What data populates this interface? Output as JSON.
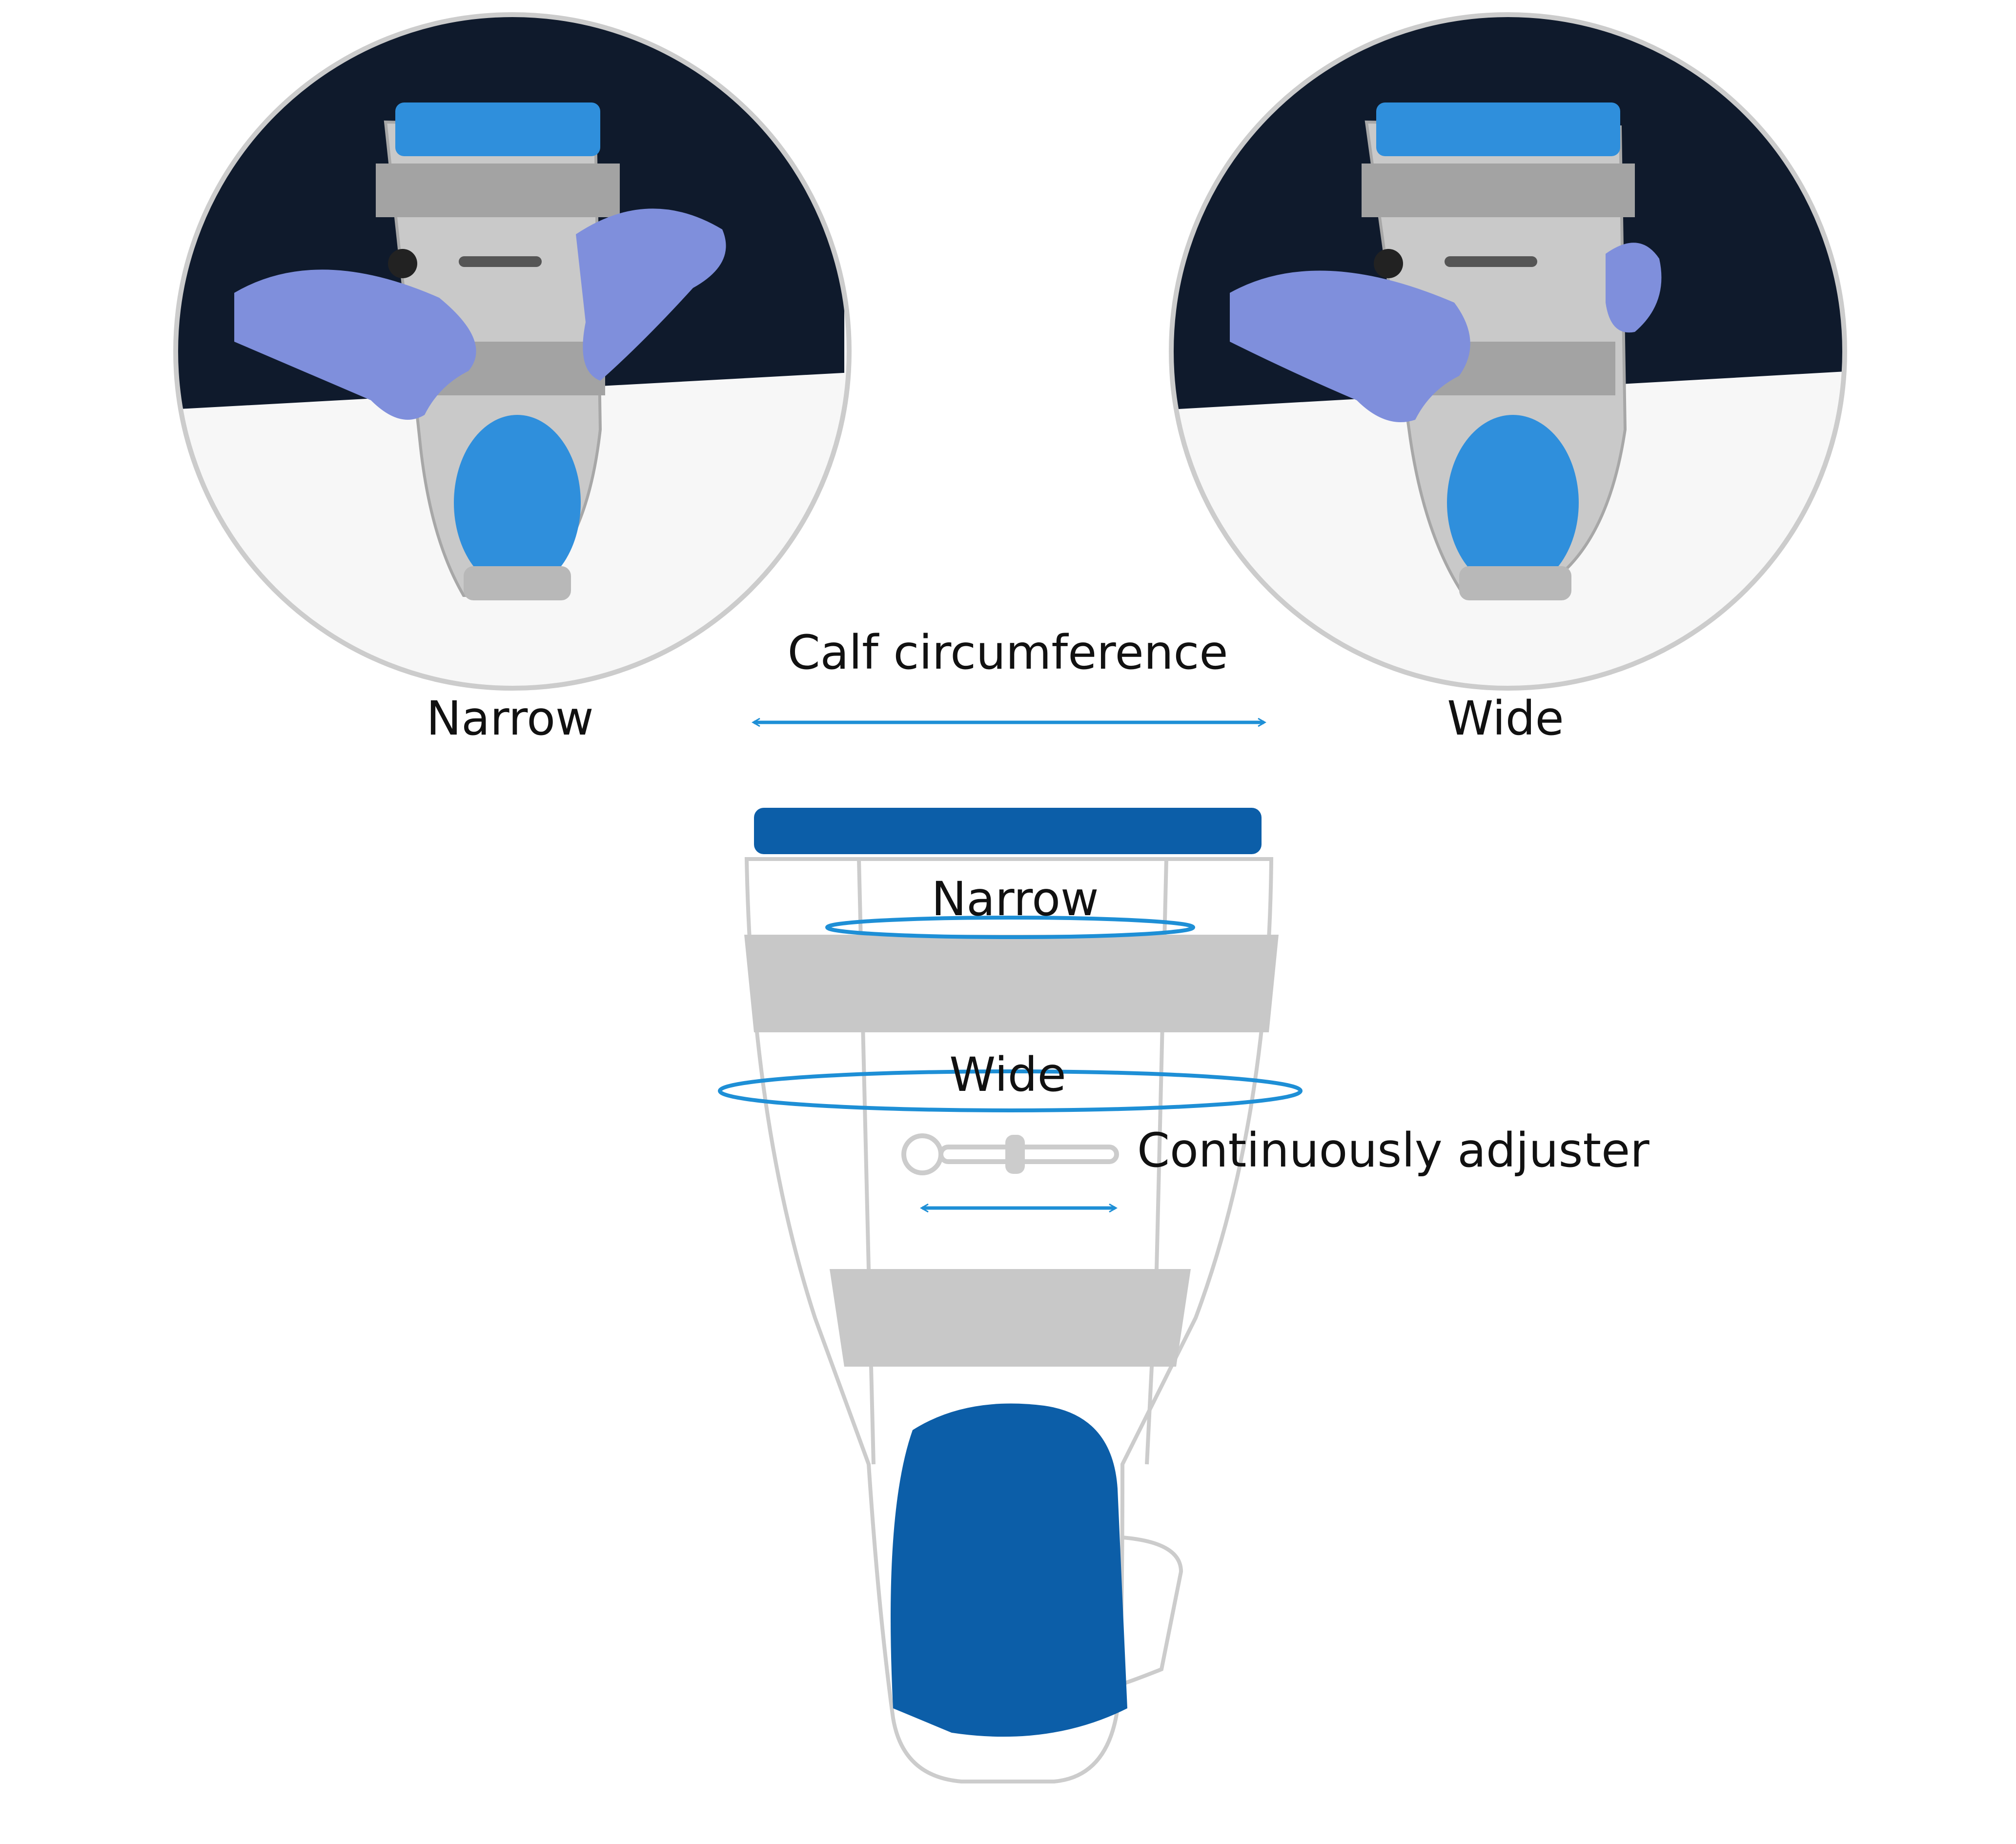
{
  "labels": {
    "calf_circumference": "Calf circumference",
    "narrow_left": "Narrow",
    "wide_right": "Wide",
    "brace_narrow": "Narrow",
    "brace_wide": "Wide",
    "adjuster": "Continuously adjuster"
  },
  "colors": {
    "accent_blue": "#1e8fd6",
    "pad_blue": "#0c5ea8",
    "outline_gray": "#cccccc",
    "strap_gray": "#c8c8c8"
  }
}
